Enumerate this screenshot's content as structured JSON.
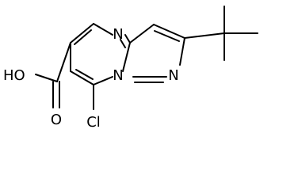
{
  "atoms": {
    "n_ring": "N",
    "n_bridge": "N",
    "n_pyrazole": "N",
    "hydroxyl": "HO",
    "carbonyl_oxygen": "O",
    "chlorine": "Cl"
  },
  "colors": {
    "bond": "#000000",
    "label": "#000000",
    "background": "#ffffff"
  }
}
